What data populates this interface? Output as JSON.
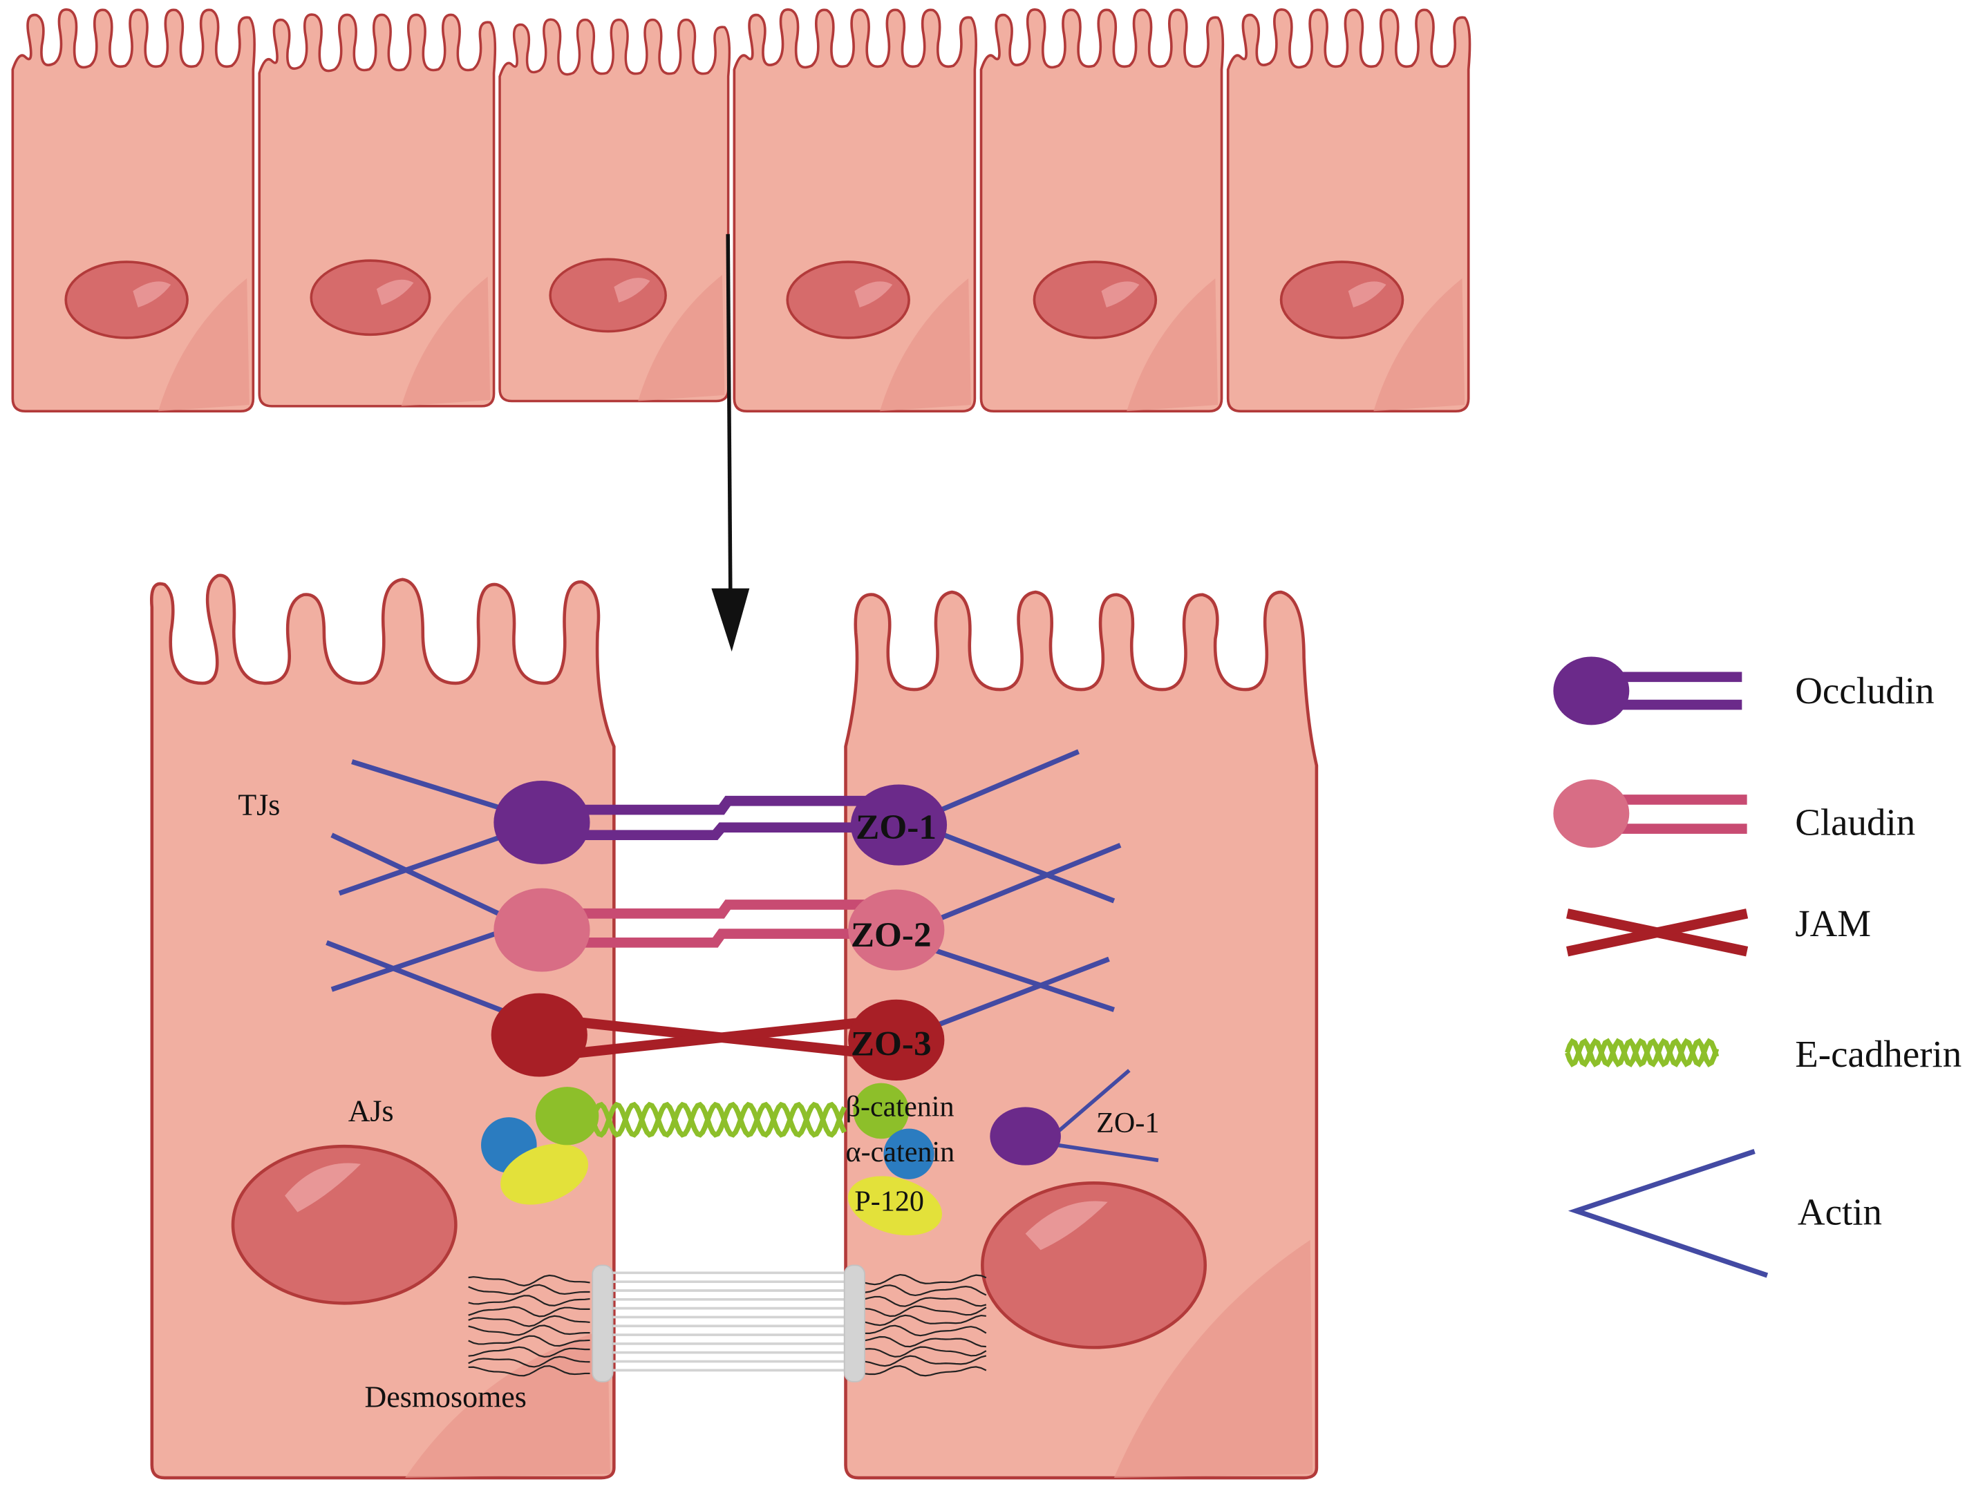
{
  "labels": {
    "tjs": "TJs",
    "ajs": "AJs",
    "desmosomes": "Desmosomes",
    "zo1": "ZO-1",
    "zo2": "ZO-2",
    "zo3": "ZO-3",
    "beta_catenin": "β-catenin",
    "alpha_catenin": "α-catenin",
    "p120": "P-120",
    "zo1_right": "ZO-1"
  },
  "legend": {
    "items": [
      {
        "label": "Occludin",
        "icon": "occludin-icon"
      },
      {
        "label": "Claudin",
        "icon": "claudin-icon"
      },
      {
        "label": "JAM",
        "icon": "jam-icon"
      },
      {
        "label": "E-cadherin",
        "icon": "e-cadherin-icon"
      },
      {
        "label": "Actin",
        "icon": "actin-icon"
      }
    ]
  },
  "colors": {
    "cell_fill": "#f1afa1",
    "cell_stroke": "#b23a3a",
    "nucleus": "#d66b6b",
    "occludin": "#6b2a8a",
    "claudin": "#d86d85",
    "claudin_strand": "#c84b72",
    "jam": "#a81f26",
    "e_cadherin": "#8dbf2a",
    "actin": "#434aa3",
    "alpha_catenin": "#2b7cc0",
    "p120": "#e3e13a",
    "desmosome": "#d3d3d3"
  }
}
